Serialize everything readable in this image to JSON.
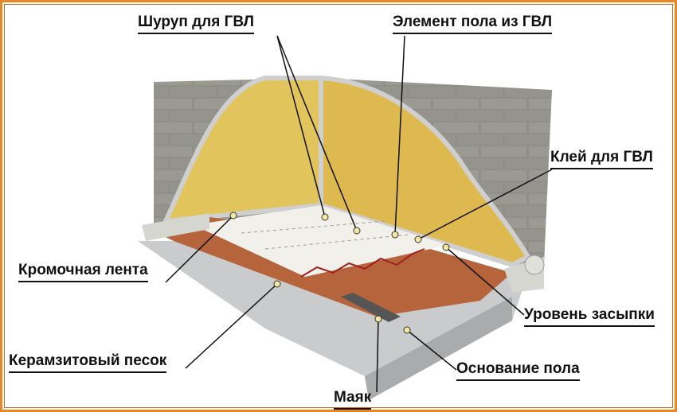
{
  "labels": {
    "screw": "Шуруп для ГВЛ",
    "floor_element": "Элемент пола из ГВЛ",
    "glue": "Клей для ГВЛ",
    "edge_tape": "Кромочная лента",
    "fill_level": "Уровень засыпки",
    "clay_sand": "Керамзитовый песок",
    "floor_base": "Основание пола",
    "beacon": "Маяк"
  },
  "colors": {
    "frame": "#e8862a",
    "plaster": "#e2c45c",
    "brick": "#8b8b85",
    "clay": "#b5643c",
    "gvl": "#f2f0ea",
    "base": "#c9cbcc"
  }
}
